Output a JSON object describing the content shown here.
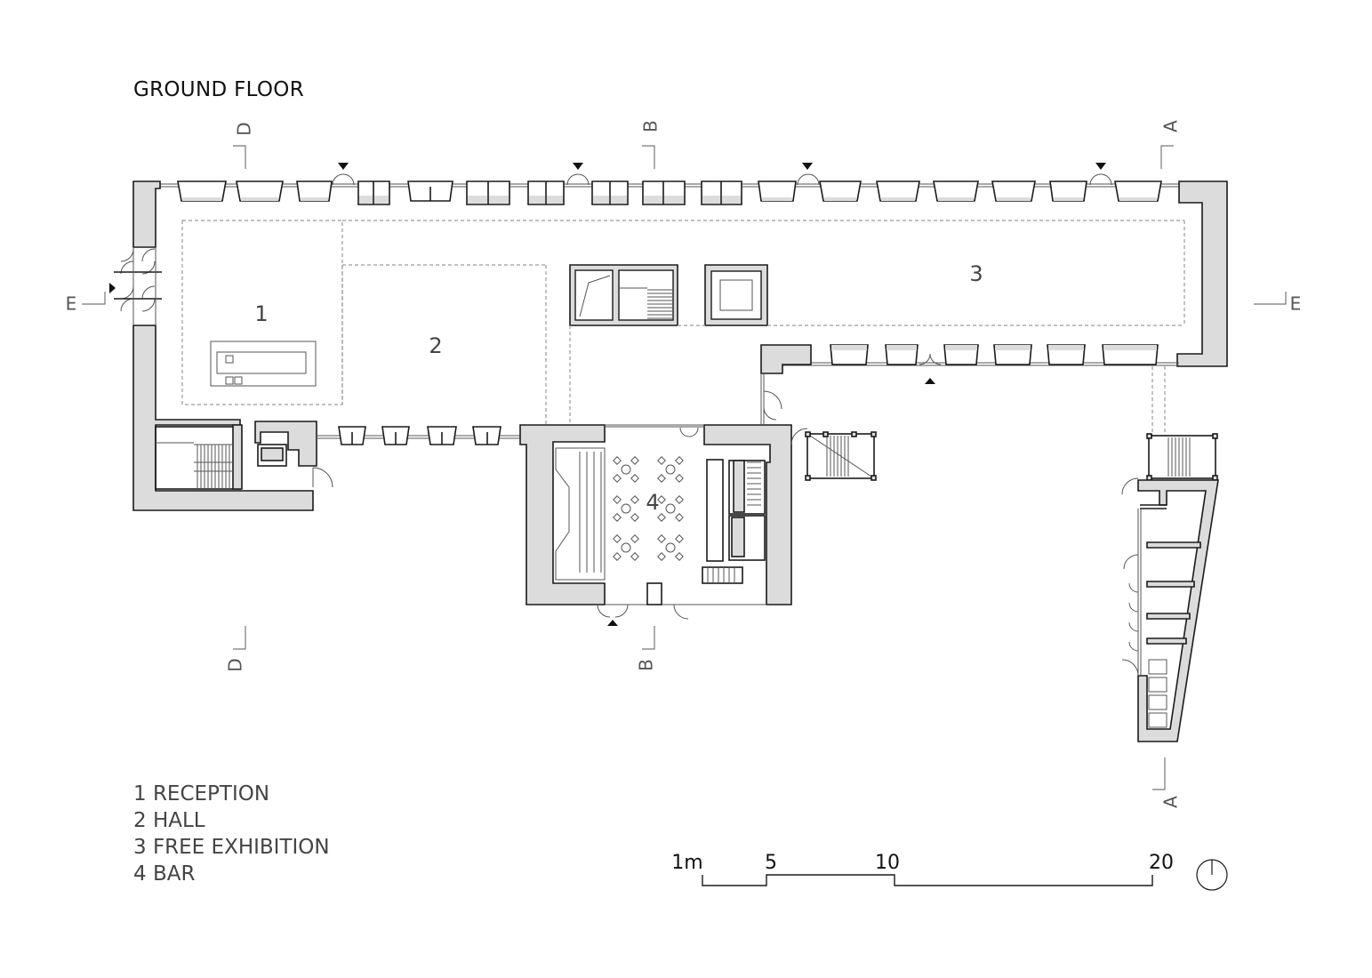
{
  "title": "GROUND FLOOR",
  "rooms": [
    {
      "num": "1",
      "name": "RECEPTION"
    },
    {
      "num": "2",
      "name": "HALL"
    },
    {
      "num": "3",
      "name": "FREE EXHIBITION"
    },
    {
      "num": "4",
      "name": "BAR"
    }
  ],
  "legend": [
    "1 RECEPTION",
    "2 HALL",
    "3 FREE EXHIBITION",
    "4 BAR"
  ],
  "sections": {
    "a": "A",
    "b": "B",
    "d": "D",
    "e": "E"
  },
  "scale_bar": {
    "labels": [
      "1m",
      "5",
      "10",
      "20"
    ]
  },
  "colors": {
    "wall_fill": "#dcdcdc",
    "line": "#1a1a1a",
    "dashed": "#9a9a9a"
  }
}
